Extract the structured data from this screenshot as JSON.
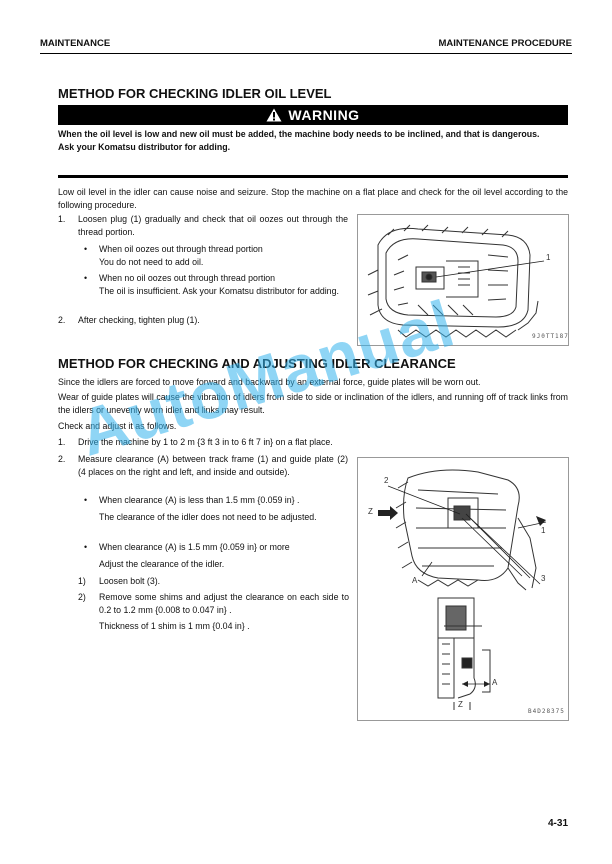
{
  "header": {
    "left": "MAINTENANCE",
    "right": "MAINTENANCE PROCEDURE"
  },
  "section1": {
    "title": "METHOD FOR CHECKING IDLER OIL LEVEL",
    "warning_label": "WARNING",
    "warning_line1": "When the oil level is low and new oil must be added, the machine body needs to be inclined, and that is dangerous.",
    "warning_line2": "Ask your Komatsu distributor for adding.",
    "intro": "Low oil level in the idler can cause noise and seizure. Stop the machine on a flat place and check for the oil level according to the following procedure.",
    "step1_num": "1.",
    "step1": "Loosen plug (1) gradually and check that oil oozes out through the thread portion.",
    "bullet1_a": "When oil oozes out through thread portion",
    "bullet1_b": "You do not need to add oil.",
    "bullet2_a": "When no oil oozes out through thread portion",
    "bullet2_b": "The oil is insufficient. Ask your Komatsu distributor for adding.",
    "step2_num": "2.",
    "step2": "After checking, tighten plug (1).",
    "fig_label_1": "1",
    "fig_code": "9J0TT187"
  },
  "section2": {
    "title": "METHOD FOR CHECKING AND ADJUSTING IDLER CLEARANCE",
    "para1": "Since the idlers are forced to move forward and backward by an external force, guide plates will be worn out.",
    "para2": "Wear of guide plates will cause the vibration of idlers from side to side or inclination of the idlers, and running off of track links from the idlers or unevenly worn idler and links may result.",
    "para3": "Check and adjust it as follows.",
    "step1_num": "1.",
    "step1": "Drive the machine by 1 to 2 m {3 ft 3 in to 6 ft 7 in} on a flat place.",
    "step2_num": "2.",
    "step2": "Measure clearance (A) between track frame (1) and guide plate (2) (4 places on the right and left, and inside and outside).",
    "bullet1": "When clearance (A) is less than 1.5 mm {0.059 in} .",
    "bullet1_detail": "The clearance of the idler does not need to be adjusted.",
    "bullet2": "When clearance (A) is 1.5 mm {0.059 in}  or more",
    "bullet2_detail": "Adjust the clearance of the idler.",
    "sub1_num": "1)",
    "sub1": "Loosen bolt (3).",
    "sub2_num": "2)",
    "sub2": "Remove some shims and adjust the clearance on each side to 0.2 to 1.2 mm {0.008 to 0.047 in} .",
    "sub2_detail": "Thickness of 1 shim is 1 mm {0.04 in} .",
    "fig_label_2": "2",
    "fig_label_1": "1",
    "fig_label_3": "3",
    "fig_label_z": "Z",
    "fig_label_a": "A",
    "fig_label_a2": "A",
    "fig_label_z2": "Z",
    "fig_code": "B4D28375"
  },
  "watermark": "AutoManual",
  "page_number": "4-31"
}
